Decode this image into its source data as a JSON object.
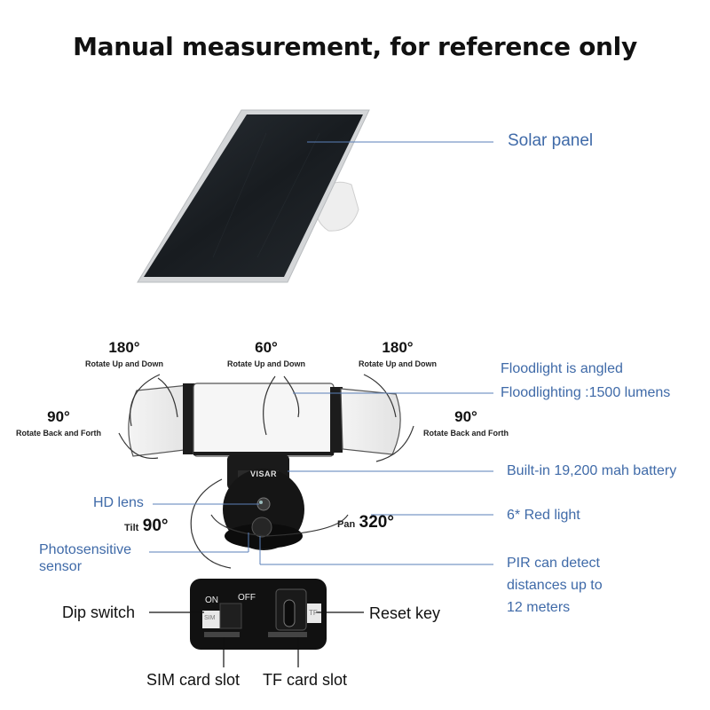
{
  "title": "Manual measurement, for reference only",
  "labels": {
    "solar_panel": "Solar panel",
    "floodlight_angled": "Floodlight is angled",
    "floodlighting": "Floodlighting :1500 lumens",
    "battery": "Built-in 19,200 mah battery",
    "hd_lens": "HD lens",
    "red_light": "6* Red light",
    "photosensitive_1": "Photosensitive",
    "photosensitive_2": "sensor",
    "pir_1": "PIR can detect",
    "pir_2": "distances up to",
    "pir_3": "12 meters",
    "dip_switch": "Dip switch",
    "reset_key": "Reset key",
    "sim_slot": "SIM card slot",
    "tf_slot": "TF card slot"
  },
  "rotations": {
    "left_top_value": "180°",
    "left_top_label": "Rotate Up and Down",
    "center_top_value": "60°",
    "center_top_label": "Rotate Up and Down",
    "right_top_value": "180°",
    "right_top_label": "Rotate Up and Down",
    "left_side_value": "90°",
    "left_side_label": "Rotate Back and Forth",
    "right_side_value": "90°",
    "right_side_label": "Rotate Back and Forth",
    "tilt_label": "Tilt",
    "tilt_value": "90°",
    "pan_label": "Pan",
    "pan_value": "320°"
  },
  "device_text": {
    "brand": "VISAR",
    "on": "ON",
    "off": "OFF",
    "sim": "SIM",
    "tf": "TF"
  },
  "colors": {
    "label_blue": "#3f6aa8",
    "leader_line": "#5a7fb8",
    "panel_dark": "#1e2226",
    "frame_silver": "#d2d4d6"
  }
}
